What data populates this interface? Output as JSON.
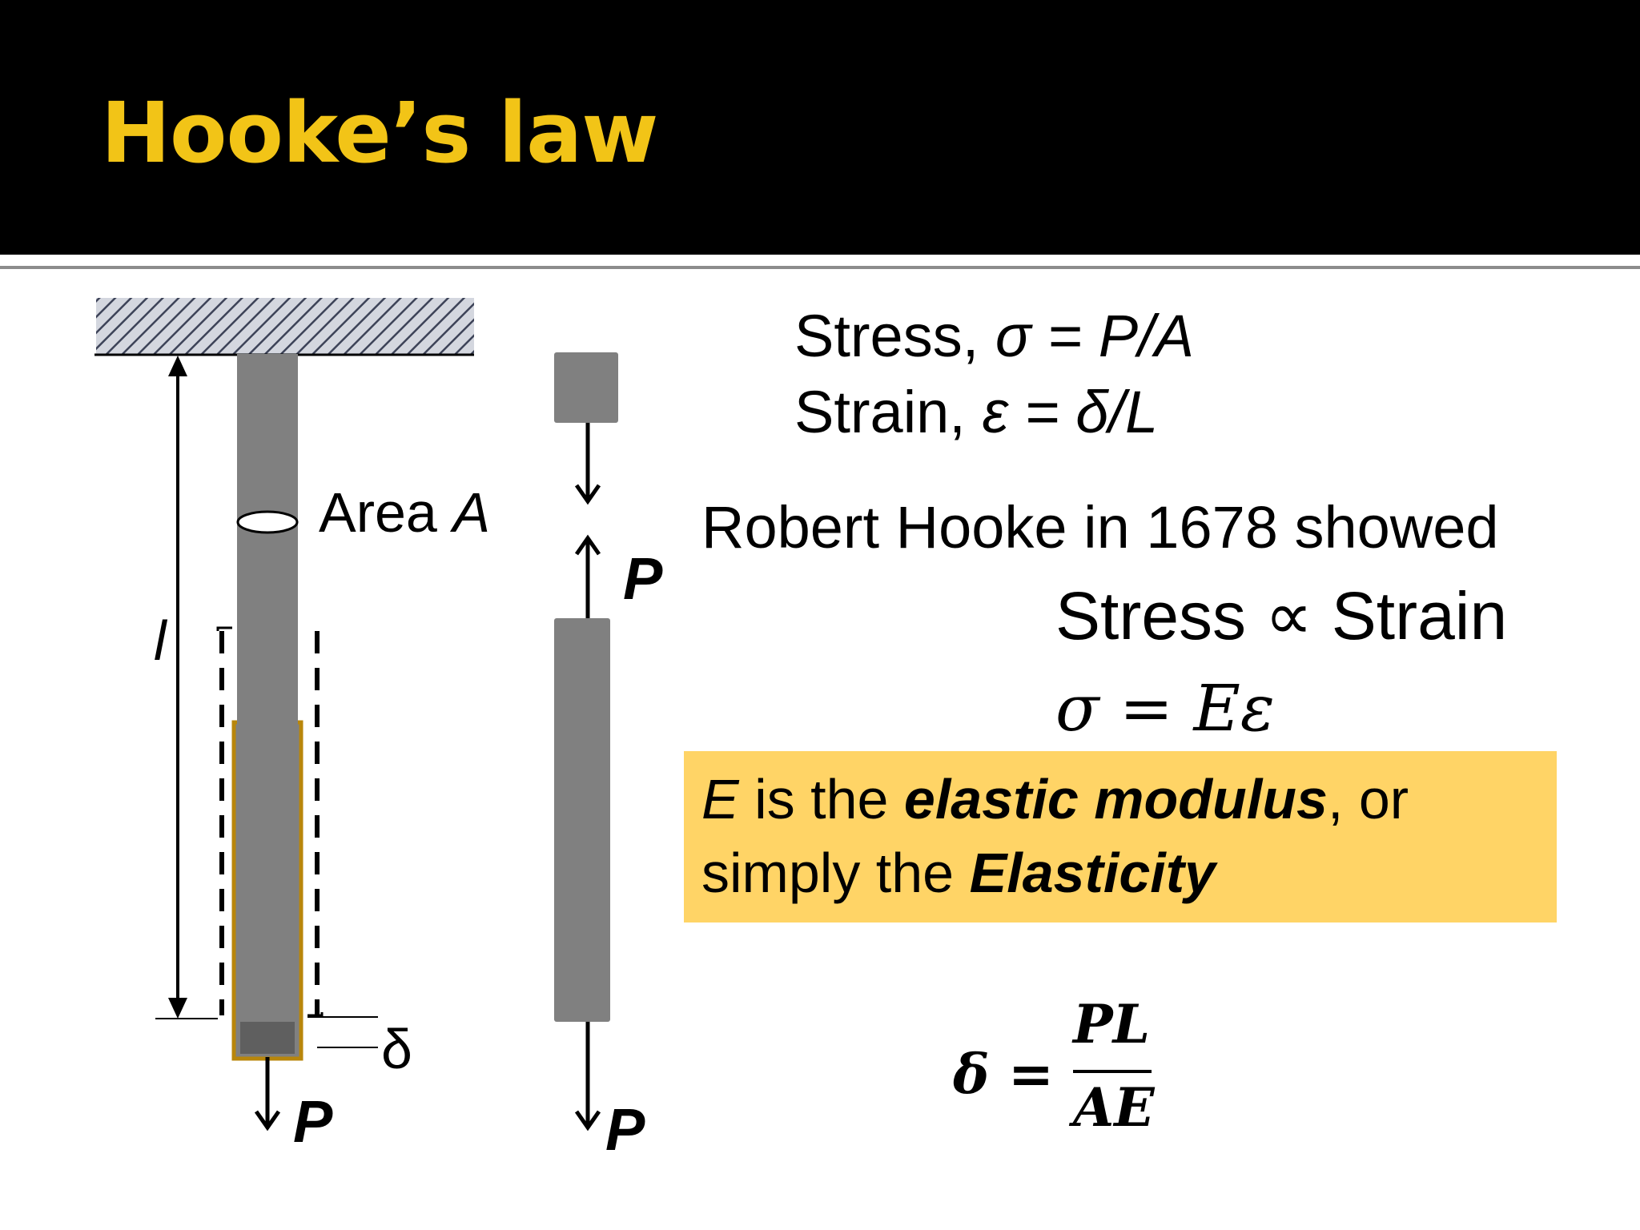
{
  "slide": {
    "title": "Hooke’s law"
  },
  "diagram": {
    "area_label": "Area ",
    "area_symbol": "A",
    "length_label": "l",
    "delta_label": "δ",
    "load_label_left": "P",
    "load_label_top": "P",
    "load_label_bottom": "P"
  },
  "definitions": {
    "stress_prefix": "Stress, ",
    "stress_formula": "σ = P/A",
    "strain_prefix": "Strain, ",
    "strain_formula": "ε = δ/L"
  },
  "hooke": {
    "statement": "Robert Hooke in 1678 showed",
    "proportion": "Stress ∝ Strain",
    "formula": "σ = Eε"
  },
  "callout": {
    "e_symbol": "E",
    "line1_middle": " is the ",
    "elastic_modulus": "elastic modulus",
    "line1_end": ", or",
    "line2_start": "simply the ",
    "elasticity": "Elasticity",
    "background_color": "#ffd466"
  },
  "deformation_formula": {
    "lhs": "δ =",
    "numerator": "PL",
    "denominator": "AE"
  },
  "colors": {
    "title": "#f2c417",
    "header_bg": "#000000",
    "bar": "#808080",
    "stretched_outline": "#b8860b"
  }
}
